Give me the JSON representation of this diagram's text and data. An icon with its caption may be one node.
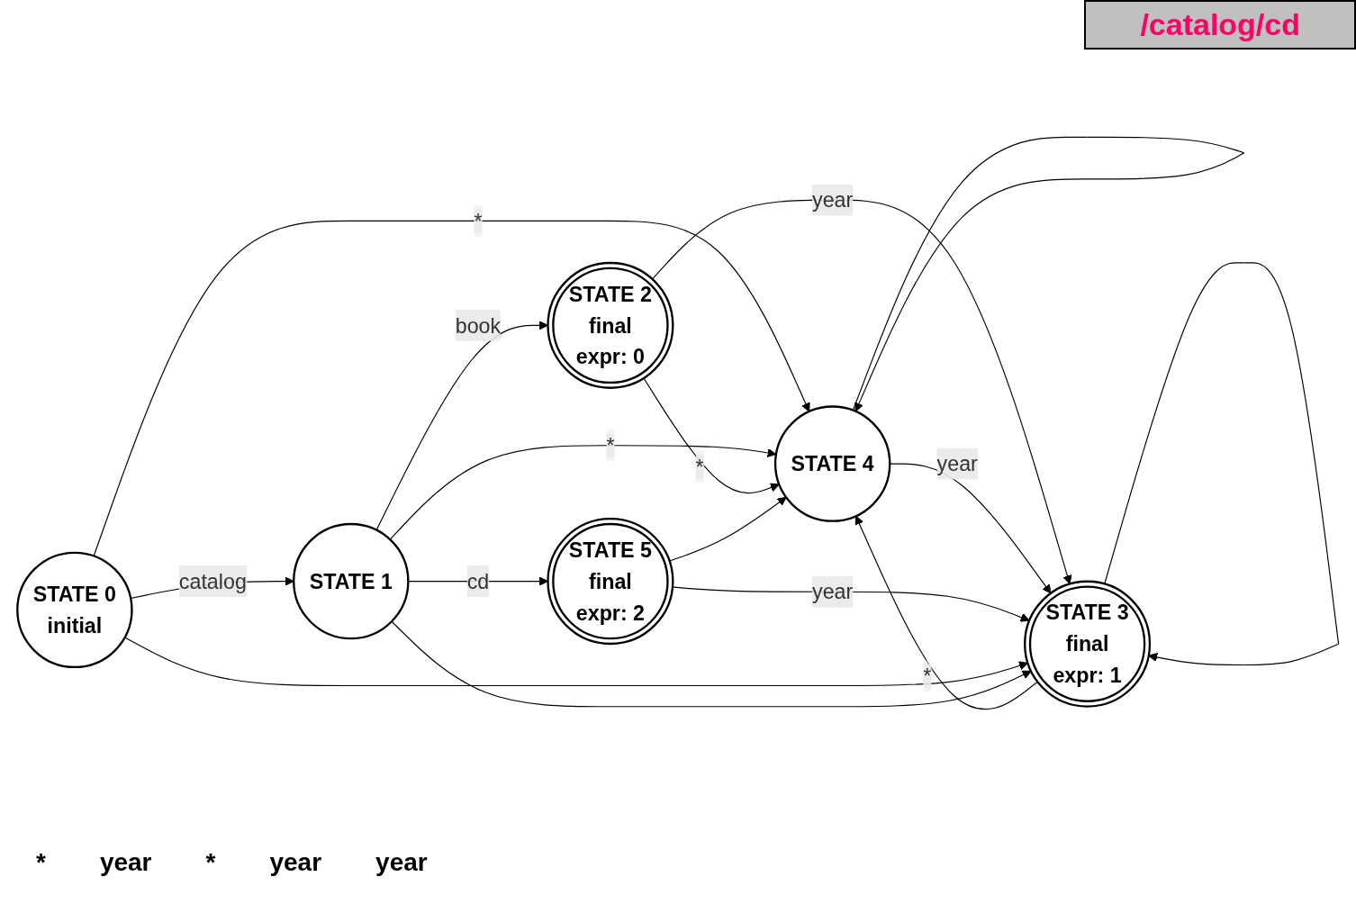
{
  "diagram": {
    "title": "/catalog/cd",
    "nodes": [
      {
        "text": [
          "STATE 0",
          "initial"
        ]
      },
      {
        "text": [
          "STATE 1"
        ]
      },
      {
        "text": [
          "STATE 2",
          "final",
          "expr: 0"
        ]
      },
      {
        "text": [
          "STATE 3",
          "final",
          "expr: 1"
        ]
      },
      {
        "text": [
          "STATE 4"
        ]
      },
      {
        "text": [
          "STATE 5",
          "final",
          "expr: 2"
        ]
      }
    ],
    "edges": [
      {
        "from": 0,
        "to": 1,
        "arrow": "to",
        "label": "catalog"
      },
      {
        "from": 0,
        "to": 4,
        "arrow": "to",
        "label": "*"
      },
      {
        "from": 1,
        "to": 4,
        "arrow": "to",
        "label": "*"
      },
      {
        "from": 1,
        "to": 2,
        "arrow": "to",
        "label": "book"
      },
      {
        "from": 1,
        "to": 5,
        "arrow": "to",
        "label": "cd"
      },
      {
        "from": 2,
        "to": 4,
        "arrow": "to",
        "label": "*"
      },
      {
        "from": 2,
        "to": 3,
        "arrow": "to",
        "label": "year"
      },
      {
        "from": 3,
        "to": 4,
        "arrow": "to",
        "label": "*"
      },
      {
        "from": 4,
        "to": 3,
        "arrow": "to",
        "label": "year"
      },
      {
        "from": 4,
        "to": 4,
        "arrow": "to"
      },
      {
        "from": 5,
        "to": 3,
        "arrow": "to",
        "label": "year"
      },
      {
        "from": 5,
        "to": 4,
        "arrow": "to"
      },
      {
        "from": 0,
        "to": 3,
        "arrow": "to"
      },
      {
        "from": 1,
        "to": 3,
        "arrow": "to"
      },
      {
        "from": 3,
        "to": 3,
        "arrow": "to"
      }
    ],
    "labels": [
      "*",
      "year",
      "*",
      "year",
      "year"
    ]
  }
}
